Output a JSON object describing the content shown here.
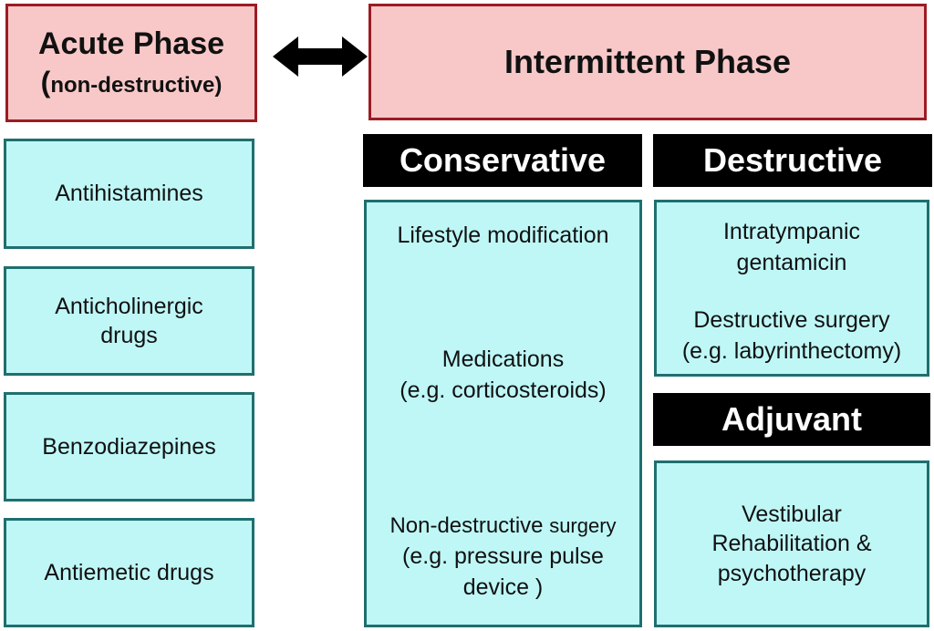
{
  "acute_phase": {
    "title": "Acute Phase",
    "subtitle_paren_open": "(",
    "subtitle": "non-destructive)"
  },
  "intermittent_phase": {
    "title": "Intermittent Phase"
  },
  "acute_items": [
    "Antihistamines",
    "Anticholinergic drugs",
    "Benzodiazepines",
    "Antiemetic drugs"
  ],
  "conservative": {
    "header": "Conservative",
    "lifestyle": "Lifestyle modification",
    "medications": "Medications",
    "medications_example": "(e.g. corticosteroids)",
    "nds_prefix": "Non-destructive ",
    "nds_suffix": "surgery",
    "nds_example_line1": "(e.g. pressure pulse",
    "nds_example_line2": "device )"
  },
  "destructive": {
    "header": "Destructive",
    "gentamicin_line1": "Intratympanic",
    "gentamicin_line2": "gentamicin",
    "surgery": "Destructive surgery",
    "surgery_example": "(e.g. labyrinthectomy)"
  },
  "adjuvant": {
    "header": "Adjuvant",
    "line1": "Vestibular",
    "line2": "Rehabilitation &",
    "line3": "psychotherapy"
  },
  "colors": {
    "phase_fill": "#f8c8c8",
    "phase_border": "#9b1c24",
    "item_fill": "#bff7f7",
    "item_border": "#1f6f6f",
    "header_fill": "#000000"
  },
  "icons": {
    "connector": "double-headed-arrow-icon"
  }
}
